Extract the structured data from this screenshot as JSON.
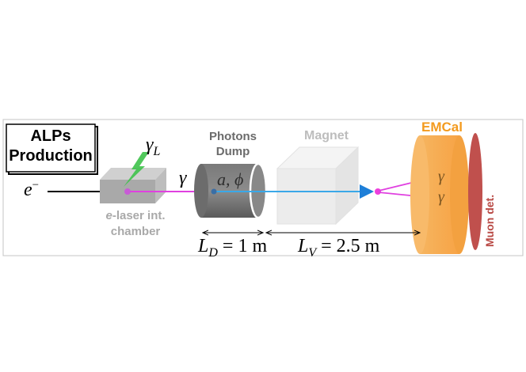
{
  "title_box": {
    "line1": "ALPs",
    "line2": "Production"
  },
  "electron": {
    "symbol": "e",
    "superscript": "−"
  },
  "laser": {
    "symbol": "γ",
    "subscript": "L"
  },
  "chamber": {
    "prefix": "e",
    "line1_rest": "-laser int.",
    "line2": "chamber"
  },
  "photon_label": "γ",
  "dump": {
    "line1": "Photons",
    "line2": "Dump",
    "particles": "a, ϕ"
  },
  "magnet": {
    "label": "Magnet"
  },
  "emcal": {
    "label": "EMCal",
    "gamma1": "γ",
    "gamma2": "γ"
  },
  "muon": {
    "label": "Muon det."
  },
  "distances": {
    "ld_var": "L",
    "ld_sub": "D",
    "ld_value": " = 1 m",
    "lv_var": "L",
    "lv_sub": "V",
    "lv_value": " = 2.5 m"
  },
  "colors": {
    "frame": "#b8b8b8",
    "chamber": "#b4b4b4",
    "laser": "#3ec24a",
    "photon_beam": "#e040e0",
    "alp_beam": "#3aa8e8",
    "dump": "#6a6a6a",
    "magnet": "#ededed",
    "emcal": "#f7a94a",
    "emcal_text": "#f39a1e",
    "muon": "#c0504d",
    "vertex": "#ee3fdc"
  }
}
